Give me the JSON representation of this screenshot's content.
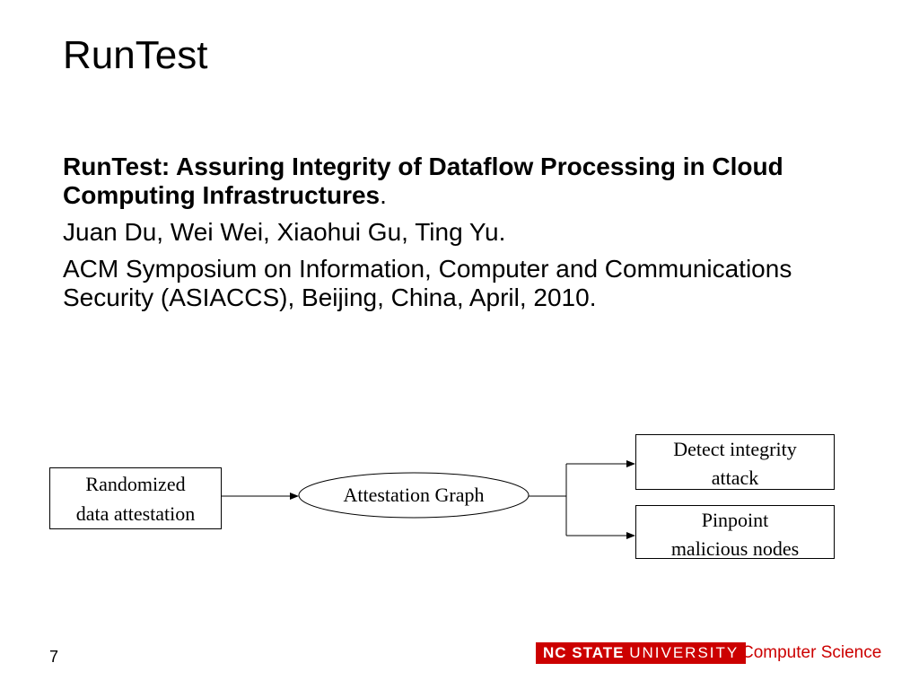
{
  "slide": {
    "title": "RunTest",
    "paper_title": "RunTest: Assuring Integrity of Dataflow Processing in Cloud Computing Infrastructures",
    "paper_title_suffix": ".",
    "authors": "Juan Du, Wei Wei, Xiaohui Gu, Ting Yu.",
    "venue": "ACM Symposium on Information, Computer and Communications Security (ASIACCS), Beijing, China, April, 2010."
  },
  "diagram": {
    "randomized_line1": "Randomized",
    "randomized_line2": "data attestation",
    "attestation_graph": "Attestation Graph",
    "detect_line1": "Detect integrity",
    "detect_line2": "attack",
    "pinpoint_line1": "Pinpoint",
    "pinpoint_line2": "malicious nodes"
  },
  "footer": {
    "page_number": "7",
    "logo_nc_state": "NC STATE",
    "logo_university": "UNIVERSITY",
    "department": "Computer Science",
    "brand_color": "#cc0000"
  }
}
